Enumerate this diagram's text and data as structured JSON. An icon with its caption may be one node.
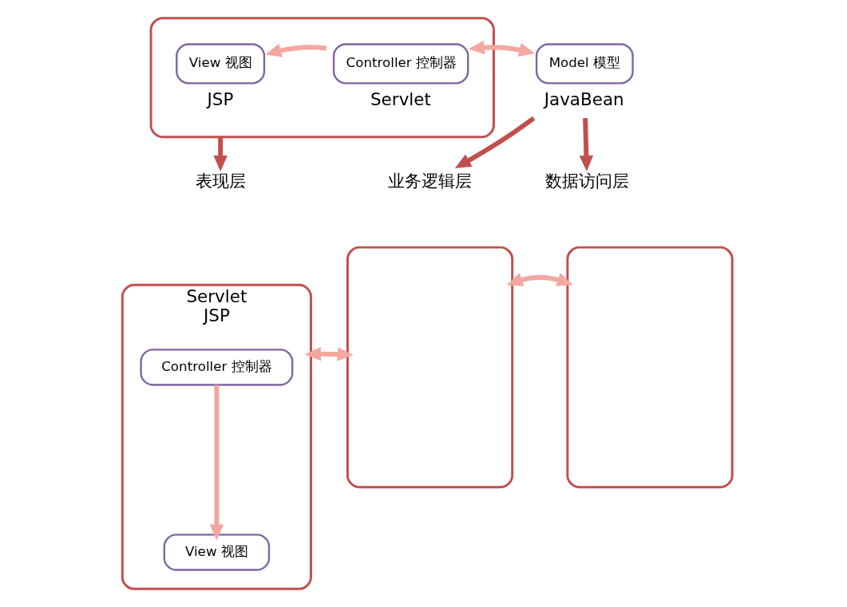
{
  "diagram": {
    "nodes": [
      {
        "text": [],
        "shape": "box"
      },
      {
        "text": [
          "View 视图"
        ],
        "in": 0,
        "beside": [
          "JSP"
        ]
      },
      {
        "text": [
          "Controller 控制器"
        ],
        "in": 0,
        "beside": [
          "Servlet"
        ]
      },
      {
        "text": [
          "Model 模型"
        ],
        "beside": [
          "JavaBean"
        ]
      },
      {
        "text": [
          "表现层"
        ]
      },
      {
        "text": [
          "业务逻辑层"
        ]
      },
      {
        "text": [
          "数据访问层"
        ]
      },
      {
        "text": [
          "Servlet",
          "JSP"
        ]
      },
      {
        "text": [
          "Controller 控制器"
        ],
        "in": 7
      },
      {
        "text": [
          "View 视图"
        ],
        "in": 7
      },
      {
        "text": [],
        "shape": "box"
      },
      {
        "text": [],
        "shape": "box"
      }
    ],
    "edges": [
      {
        "from": 2,
        "to": 1,
        "arrow": "to"
      },
      {
        "from": 2,
        "to": 3,
        "arrow": "both"
      },
      {
        "from": 0,
        "to": 4,
        "arrow": "to",
        "color": "#c0504d"
      },
      {
        "from": 3,
        "to": 5,
        "arrow": "to",
        "color": "#c0504d"
      },
      {
        "from": 3,
        "to": 6,
        "arrow": "to",
        "color": "#c0504d"
      },
      {
        "from": 8,
        "to": 9,
        "arrow": "to"
      },
      {
        "from": 7,
        "to": 10,
        "arrow": "both"
      },
      {
        "from": 10,
        "to": 11,
        "arrow": "both"
      }
    ]
  }
}
